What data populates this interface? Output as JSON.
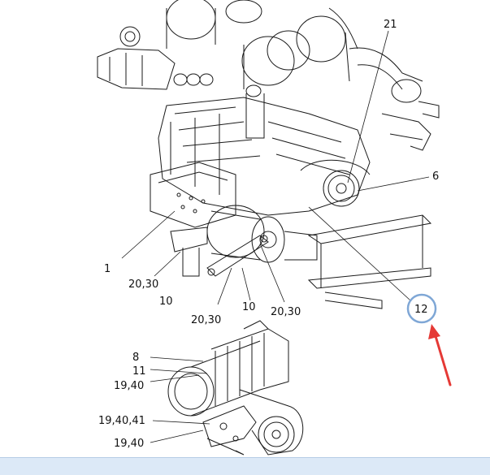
{
  "diagram": {
    "callouts": {
      "c21": "21",
      "c6": "6",
      "c1": "1",
      "c2030a": "20,30",
      "c10a": "10",
      "c2030b": "20,30",
      "c10b": "10",
      "c2030c": "20,30",
      "c12": "12",
      "c8": "8",
      "c11": "11",
      "c1940a": "19,40",
      "c194041": "19,40,41",
      "c1940b": "19,40"
    },
    "highlight": {
      "target": "12",
      "circle_color": "#7fa7d6",
      "arrow_color": "#e53935"
    }
  }
}
